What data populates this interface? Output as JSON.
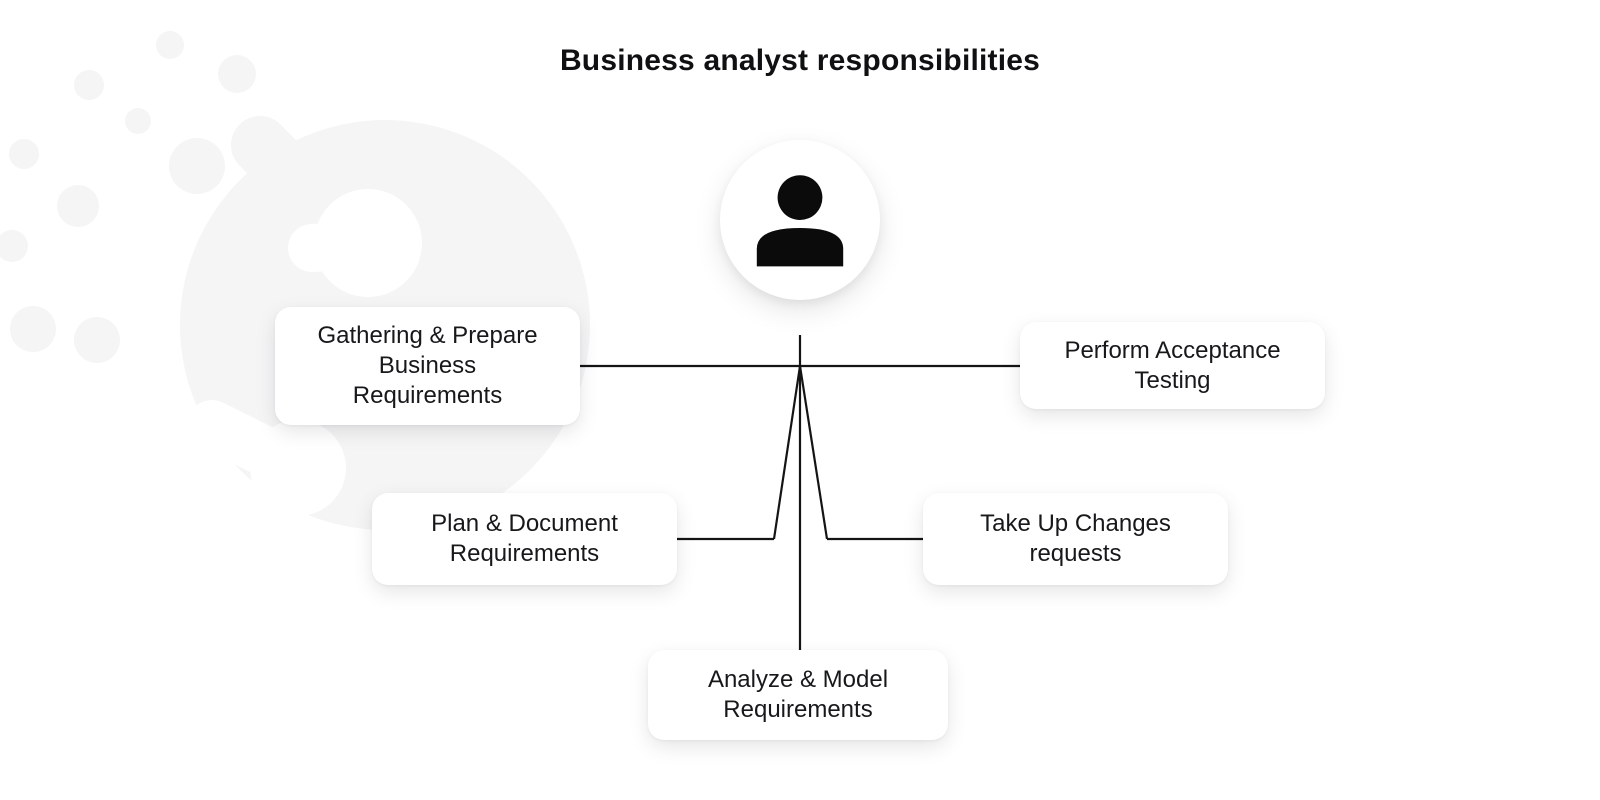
{
  "title": "Business analyst responsibilities",
  "diagram": {
    "center_icon": "person-icon",
    "nodes": [
      {
        "id": "gathering",
        "position": "left-top",
        "label": "Gathering & Prepare\nBusiness\nRequirements"
      },
      {
        "id": "acceptance",
        "position": "right-top",
        "label": "Perform Acceptance\nTesting"
      },
      {
        "id": "plan",
        "position": "left-middle",
        "label": "Plan & Document\nRequirements"
      },
      {
        "id": "changes",
        "position": "right-middle",
        "label": "Take Up Changes\nrequests"
      },
      {
        "id": "analyze",
        "position": "bottom-center",
        "label": "Analyze & Model\nRequirements"
      }
    ]
  },
  "colors": {
    "background": "#ffffff",
    "node_fill": "#ffffff",
    "text": "#17181a",
    "connector_line": "#141414",
    "icon_glyph": "#0b0b0b",
    "watermark": "#f5f5f6"
  }
}
